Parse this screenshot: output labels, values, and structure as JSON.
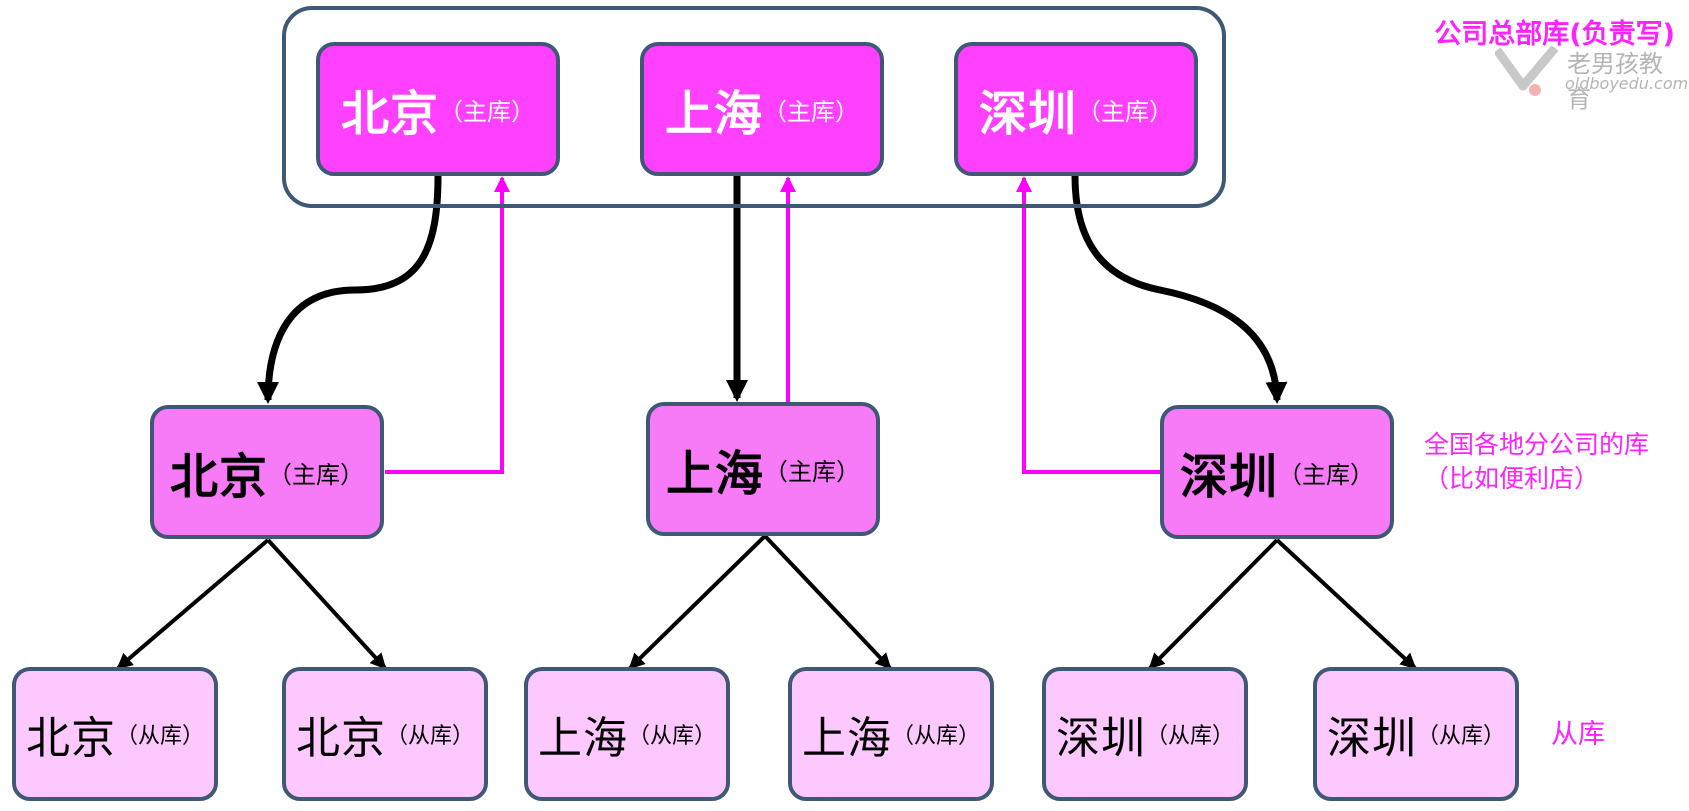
{
  "labels": {
    "hq": "公司总部库(负责写)",
    "branch_line1": "全国各地分公司的库",
    "branch_line2": "（比如便利店）",
    "slave": "从库"
  },
  "watermark": {
    "name": "老男孩教育",
    "url": "oldboyedu.com"
  },
  "hq_nodes": [
    {
      "city": "北京",
      "role": "（主库）"
    },
    {
      "city": "上海",
      "role": "（主库）"
    },
    {
      "city": "深圳",
      "role": "（主库）"
    }
  ],
  "branch_nodes": [
    {
      "city": "北京",
      "role": "（主库）"
    },
    {
      "city": "上海",
      "role": "（主库）"
    },
    {
      "city": "深圳",
      "role": "（主库）"
    }
  ],
  "slave_nodes": [
    {
      "city": "北京",
      "role": "（从库）"
    },
    {
      "city": "北京",
      "role": "（从库）"
    },
    {
      "city": "上海",
      "role": "（从库）"
    },
    {
      "city": "上海",
      "role": "（从库）"
    },
    {
      "city": "深圳",
      "role": "（从库）"
    },
    {
      "city": "深圳",
      "role": "（从库）"
    }
  ],
  "colors": {
    "hq_fill": "#ff40ff",
    "branch_fill": "#f77bf7",
    "slave_fill": "#fdc8fd",
    "border": "#3f5875",
    "label": "#ff21ff",
    "sync_arrow": "#ff00ff",
    "replication_arrow": "#000000"
  }
}
